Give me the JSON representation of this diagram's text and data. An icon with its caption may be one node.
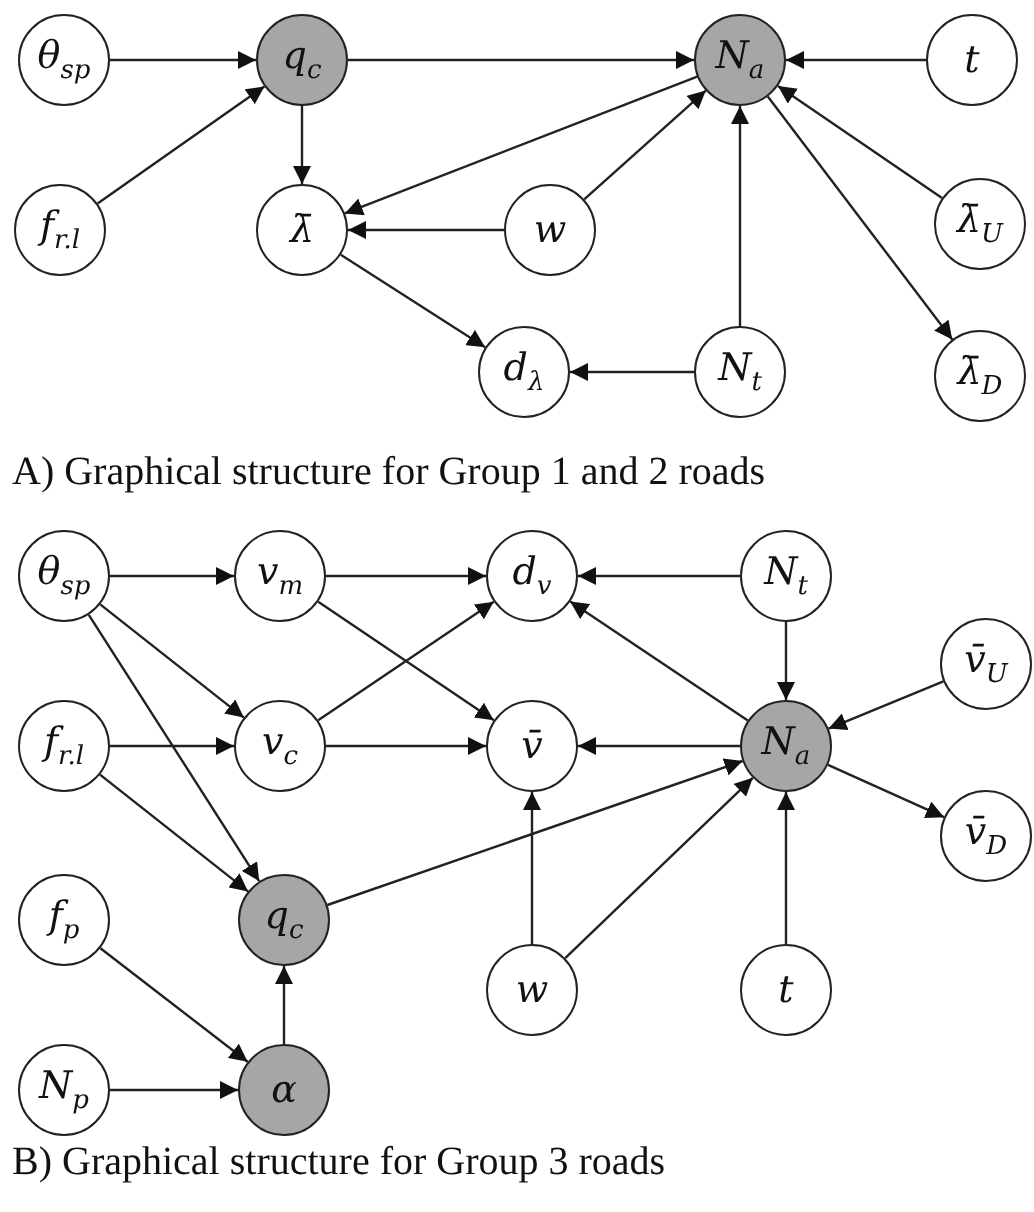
{
  "diagram": {
    "nodes": [
      {
        "text": [
          "θ$_{sp}$"
        ]
      },
      {
        "text": [
          "q$_{c}$"
        ]
      },
      {
        "text": [
          "N$_{a}$"
        ]
      },
      {
        "text": [
          "t"
        ]
      },
      {
        "text": [
          "f$_{r.l}$"
        ]
      },
      {
        "text": [
          "λ̄"
        ]
      },
      {
        "text": [
          "w"
        ]
      },
      {
        "text": [
          "λ̄$_{U}$"
        ]
      },
      {
        "text": [
          "d$_{λ}$"
        ]
      },
      {
        "text": [
          "N$_{t}$"
        ]
      },
      {
        "text": [
          "λ̄$_{D}$"
        ]
      },
      {
        "text": [
          "θ$_{sp}$"
        ]
      },
      {
        "text": [
          "v$_{m}$"
        ]
      },
      {
        "text": [
          "d$_{v}$"
        ]
      },
      {
        "text": [
          "N$_{t}$"
        ]
      },
      {
        "text": [
          "v̄$_{U}$"
        ]
      },
      {
        "text": [
          "f$_{r.l}$"
        ]
      },
      {
        "text": [
          "v$_{c}$"
        ]
      },
      {
        "text": [
          "v̄"
        ]
      },
      {
        "text": [
          "N$_{a}$"
        ]
      },
      {
        "text": [
          "v̄$_{D}$"
        ]
      },
      {
        "text": [
          "f$_{p}$"
        ]
      },
      {
        "text": [
          "q$_{c}$"
        ]
      },
      {
        "text": [
          "w"
        ]
      },
      {
        "text": [
          "t"
        ]
      },
      {
        "text": [
          "N$_{p}$"
        ]
      },
      {
        "text": [
          "α"
        ]
      }
    ],
    "edges": [
      {
        "from": 0,
        "to": 1,
        "arrow": "to"
      },
      {
        "from": 4,
        "to": 1,
        "arrow": "to"
      },
      {
        "from": 1,
        "to": 2,
        "arrow": "to"
      },
      {
        "from": 1,
        "to": 5,
        "arrow": "to"
      },
      {
        "from": 3,
        "to": 2,
        "arrow": "to"
      },
      {
        "from": 2,
        "to": 5,
        "arrow": "to"
      },
      {
        "from": 6,
        "to": 5,
        "arrow": "to"
      },
      {
        "from": 6,
        "to": 2,
        "arrow": "to"
      },
      {
        "from": 9,
        "to": 2,
        "arrow": "to"
      },
      {
        "from": 7,
        "to": 2,
        "arrow": "to"
      },
      {
        "from": 2,
        "to": 10,
        "arrow": "to"
      },
      {
        "from": 5,
        "to": 8,
        "arrow": "to"
      },
      {
        "from": 9,
        "to": 8,
        "arrow": "to"
      },
      {
        "from": 11,
        "to": 12,
        "arrow": "to"
      },
      {
        "from": 11,
        "to": 17,
        "arrow": "to"
      },
      {
        "from": 11,
        "to": 22,
        "arrow": "to"
      },
      {
        "from": 12,
        "to": 13,
        "arrow": "to"
      },
      {
        "from": 12,
        "to": 18,
        "arrow": "to"
      },
      {
        "from": 14,
        "to": 13,
        "arrow": "to"
      },
      {
        "from": 14,
        "to": 19,
        "arrow": "to"
      },
      {
        "from": 19,
        "to": 13,
        "arrow": "to"
      },
      {
        "from": 16,
        "to": 17,
        "arrow": "to"
      },
      {
        "from": 16,
        "to": 22,
        "arrow": "to"
      },
      {
        "from": 17,
        "to": 13,
        "arrow": "to"
      },
      {
        "from": 17,
        "to": 18,
        "arrow": "to"
      },
      {
        "from": 19,
        "to": 18,
        "arrow": "to"
      },
      {
        "from": 15,
        "to": 19,
        "arrow": "to"
      },
      {
        "from": 19,
        "to": 20,
        "arrow": "to"
      },
      {
        "from": 22,
        "to": 19,
        "arrow": "to"
      },
      {
        "from": 23,
        "to": 18,
        "arrow": "to"
      },
      {
        "from": 23,
        "to": 19,
        "arrow": "to"
      },
      {
        "from": 24,
        "to": 19,
        "arrow": "to"
      },
      {
        "from": 21,
        "to": 26,
        "arrow": "to"
      },
      {
        "from": 25,
        "to": 26,
        "arrow": "to"
      },
      {
        "from": 26,
        "to": 22,
        "arrow": "to"
      }
    ],
    "labels": [
      "A) Graphical structure for Group 1 and 2 roads",
      "B) Graphical structure for Group 3 roads"
    ]
  }
}
